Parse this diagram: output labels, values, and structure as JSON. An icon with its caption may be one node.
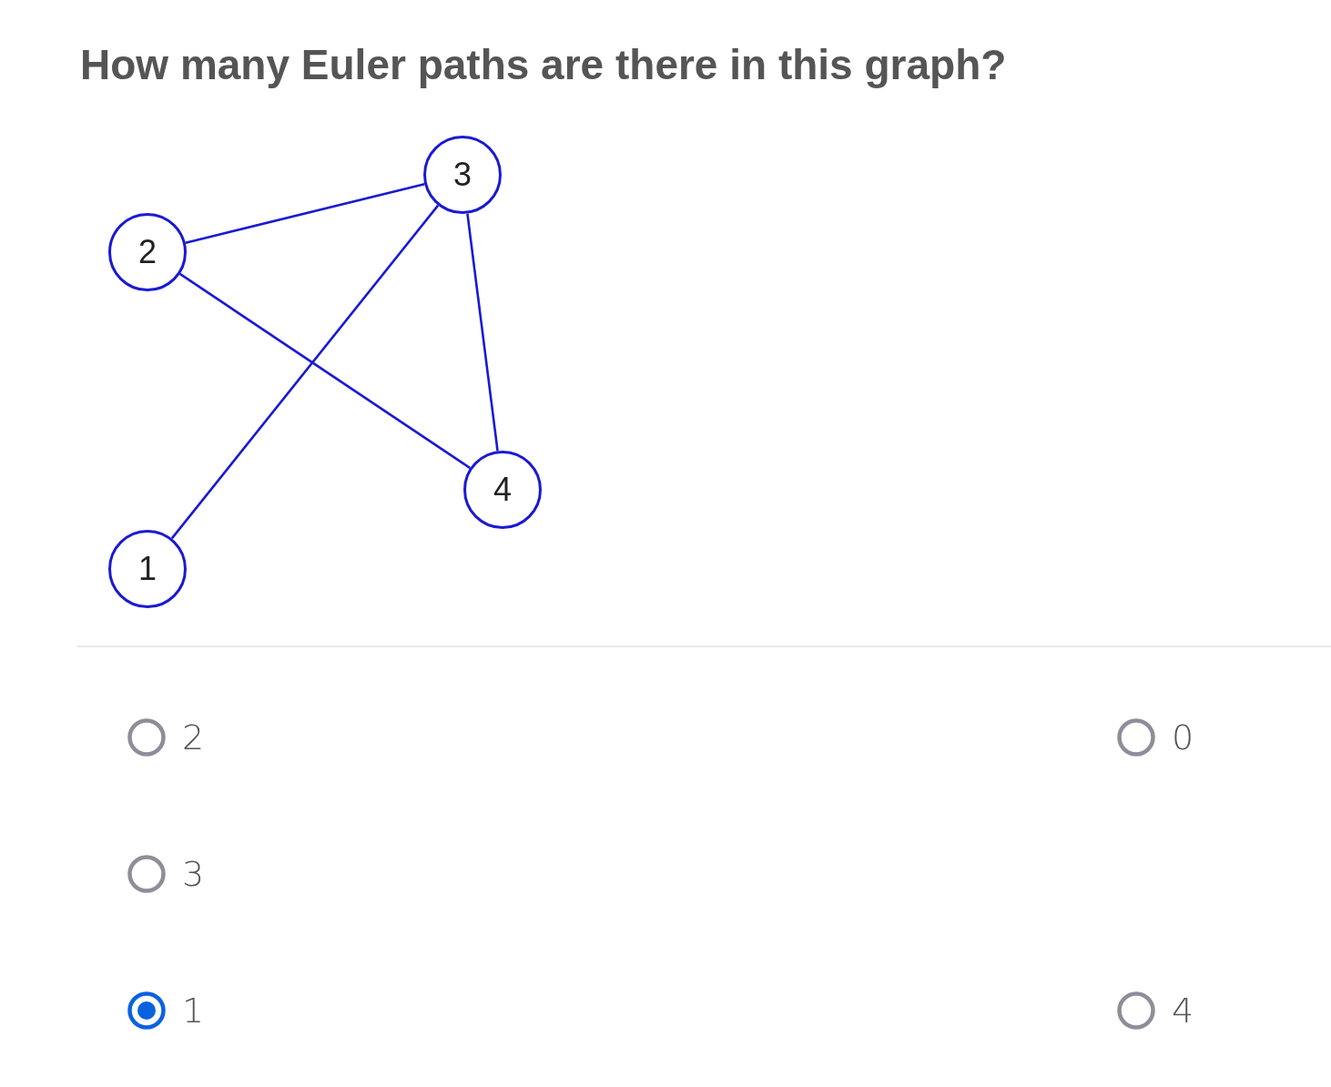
{
  "diagram": {
    "title": "How many Euler paths are there in this graph?",
    "nodes": [
      {
        "text": [
          "3"
        ]
      },
      {
        "text": [
          "2"
        ]
      },
      {
        "text": [
          "4"
        ]
      },
      {
        "text": [
          "1"
        ]
      }
    ],
    "edges": [
      {
        "from": 1,
        "to": 0,
        "arrow": "none"
      },
      {
        "from": 0,
        "to": 3,
        "arrow": "none"
      },
      {
        "from": 0,
        "to": 2,
        "arrow": "none"
      },
      {
        "from": 1,
        "to": 2,
        "arrow": "none"
      }
    ],
    "labels": [
      "2",
      "0",
      "3",
      "1",
      "4"
    ]
  }
}
